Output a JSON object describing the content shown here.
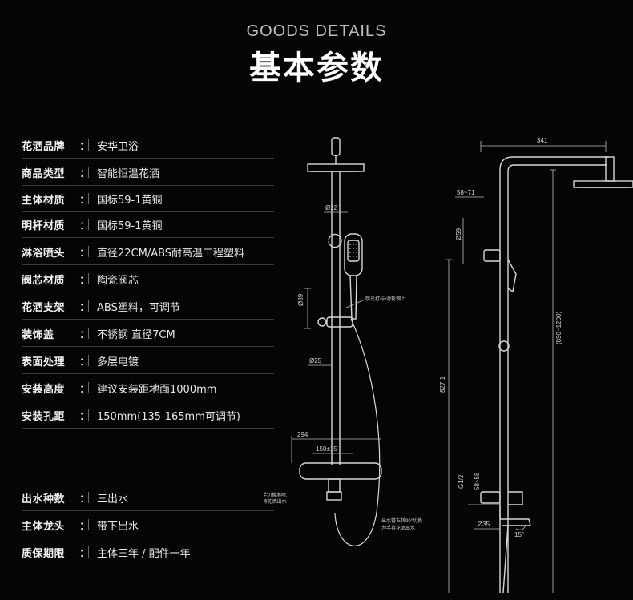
{
  "header": {
    "title_en": "GOODS DETAILS",
    "title_cn": "基本参数",
    "subtext": ""
  },
  "specs": [
    {
      "label": "花洒品牌",
      "colon": "：",
      "value": "安华卫浴"
    },
    {
      "label": "商品类型",
      "colon": "：",
      "value": "智能恒温花洒"
    },
    {
      "label": "主体材质",
      "colon": "：",
      "value": "国标59-1黄铜"
    },
    {
      "label": "明杆材质",
      "colon": "：",
      "value": "国标59-1黄铜"
    },
    {
      "label": "淋浴喷头",
      "colon": "：",
      "value": "直径22CM/ABS耐高温工程塑料"
    },
    {
      "label": "阀芯材质",
      "colon": "：",
      "value": "陶瓷阀芯"
    },
    {
      "label": "花洒支架",
      "colon": "：",
      "value": "ABS塑料，可调节"
    },
    {
      "label": "装饰盖",
      "colon": "：",
      "value": "不锈钢 直径7CM"
    },
    {
      "label": "表面处理",
      "colon": "：",
      "value": "多层电镀"
    },
    {
      "label": "安装高度",
      "colon": "：",
      "value": "建议安装距地面1000mm"
    },
    {
      "label": "安装孔距",
      "colon": "：",
      "value": "150mm(135-165mm可调节)"
    },
    {
      "label": "出水种数",
      "colon": "：",
      "value": "三出水"
    },
    {
      "label": "主体龙头",
      "colon": "：",
      "value": "带下出水"
    },
    {
      "label": "质保期限",
      "colon": "：",
      "value": "主体三年 / 配件一年"
    }
  ],
  "diagram": {
    "front_labels": {
      "d22": "Ø22",
      "d39": "Ø39",
      "d25": "Ø25",
      "w294": "294",
      "w150": "150±15",
      "note_bracket": "跳光打标•滑轮钢上",
      "note_switch_1": "此把手切换淋喷,",
      "note_switch_2": "水喷/手持花洒出水",
      "note_outlet_1": "出水管右转90°切换",
      "note_outlet_2": "为手持花洒出水"
    },
    "side_labels": {
      "w341": "341",
      "r58_71": "58~71",
      "d59": "Ø59",
      "h890_1200": "(890~1200)",
      "h827": "827.1",
      "g12": "G1/2",
      "r58_58": "58~58",
      "d35": "Ø35",
      "a15": "15°"
    }
  }
}
